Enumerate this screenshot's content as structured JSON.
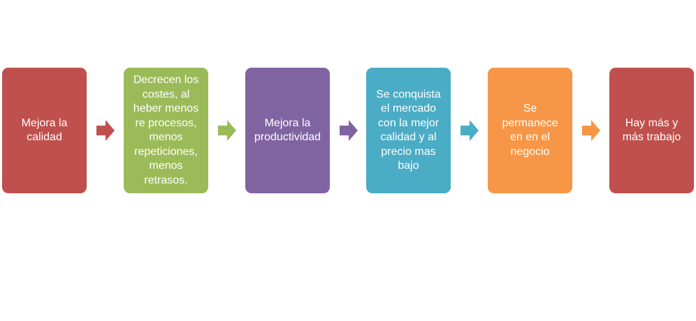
{
  "diagram": {
    "steps": [
      {
        "label": "Mejora la\ncalidad",
        "color": "#C0504D"
      },
      {
        "label": "Decrecen los\ncostes, al\nheber menos\nre procesos,\nmenos\nrepeticiones,\nmenos\nretrasos.",
        "color": "#9BBB59"
      },
      {
        "label": "Mejora la\nproductividad",
        "color": "#8064A2"
      },
      {
        "label": "Se conquista\nel mercado\ncon la mejor\ncalidad y al\nprecio mas\nbajo",
        "color": "#4BACC6"
      },
      {
        "label": "Se\npermanece\nen en el\nnegocio",
        "color": "#F79646"
      },
      {
        "label": "Hay más y\nmás trabajo",
        "color": "#C0504D"
      }
    ],
    "arrows": [
      {
        "color": "#C0504D"
      },
      {
        "color": "#9BBB59"
      },
      {
        "color": "#8064A2"
      },
      {
        "color": "#4BACC6"
      },
      {
        "color": "#F79646"
      }
    ]
  }
}
